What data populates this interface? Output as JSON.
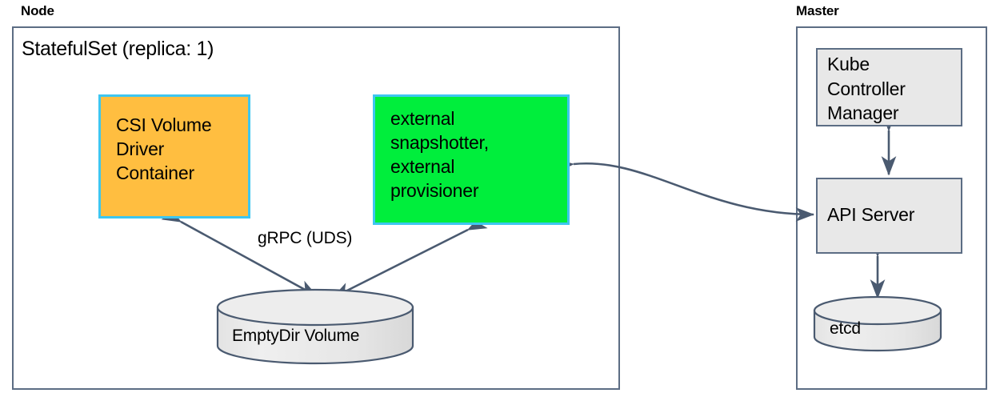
{
  "diagram": {
    "title_hidden": "",
    "colors": {
      "stroke": "#5c6d84",
      "driver_fill": "#ffbe40",
      "sidecar_fill": "#00ee3c",
      "sidecar_border": "#3ec6f0",
      "control_plane_fill": "#e8e8e8",
      "background": "#ffffff"
    },
    "zones": [
      {
        "id": "node",
        "label": "Node",
        "inner_title": "StatefulSet (replica: 1)"
      },
      {
        "id": "master",
        "label": "Master",
        "inner_title": ""
      }
    ],
    "nodes": [
      {
        "id": "csi-driver",
        "label": "CSI Volume\nDriver\nContainer"
      },
      {
        "id": "sidecars",
        "label": "external\nsnapshotter,\nexternal\nprovisioner"
      },
      {
        "id": "emptydir",
        "label": "EmptyDir Volume"
      },
      {
        "id": "kube-controller-manager",
        "label": "Kube\nController\nManager"
      },
      {
        "id": "api-server",
        "label": "API Server"
      },
      {
        "id": "etcd",
        "label": "etcd"
      }
    ],
    "edges": [
      {
        "id": "driver-to-volume",
        "label": "gRPC (UDS)",
        "from": "csi-driver",
        "to": "emptydir",
        "arrows": "both"
      },
      {
        "id": "sidecars-to-volume",
        "label": "",
        "from": "sidecars",
        "to": "emptydir",
        "arrows": "both"
      },
      {
        "id": "sidecars-to-apiserver",
        "label": "",
        "from": "sidecars",
        "to": "api-server",
        "arrows": "both"
      },
      {
        "id": "kcm-to-apiserver",
        "label": "",
        "from": "kube-controller-manager",
        "to": "api-server",
        "arrows": "both"
      },
      {
        "id": "apiserver-to-etcd",
        "label": "",
        "from": "api-server",
        "to": "etcd",
        "arrows": "both"
      }
    ]
  }
}
